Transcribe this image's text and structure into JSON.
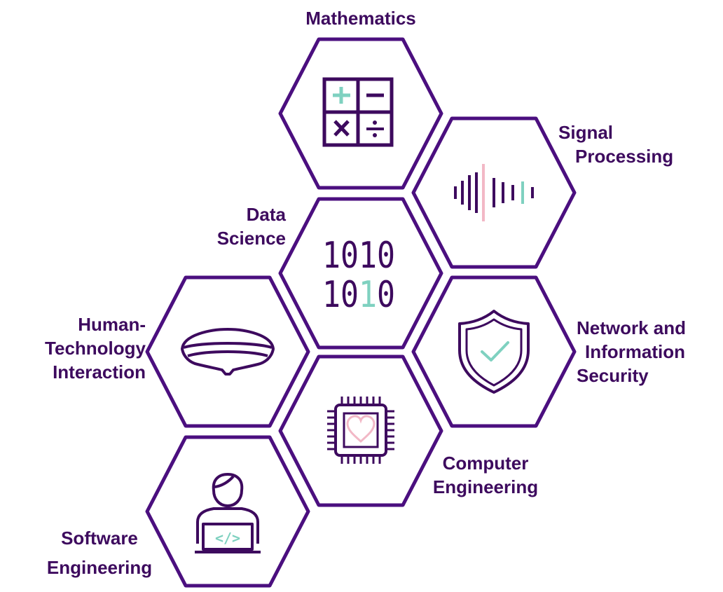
{
  "colors": {
    "outline": "#4b0f7f",
    "ink": "#3d0a5e",
    "teal": "#7fd1c0",
    "pink": "#f2b8c6"
  },
  "fields": [
    {
      "id": "mathematics",
      "icon": "calculator-icon",
      "label": [
        "Mathematics"
      ]
    },
    {
      "id": "signal-processing",
      "icon": "sound-wave-icon",
      "label": [
        "Signal",
        "Processing"
      ]
    },
    {
      "id": "data-science",
      "icon": "binary-digits-icon",
      "label": [
        "Data",
        "Science"
      ],
      "digits": [
        "1010",
        "1010"
      ]
    },
    {
      "id": "human-technology-interaction",
      "icon": "vr-headset-icon",
      "label": [
        "Human-",
        "Technology",
        "Interaction"
      ]
    },
    {
      "id": "network-information-security",
      "icon": "shield-check-icon",
      "label": [
        "Network and",
        "Information",
        "Security"
      ]
    },
    {
      "id": "computer-engineering",
      "icon": "microchip-heart-icon",
      "label": [
        "Computer",
        "Engineering"
      ]
    },
    {
      "id": "software-engineering",
      "icon": "developer-laptop-icon",
      "label": [
        "Software",
        "Engineering"
      ],
      "code_glyph": "</>"
    }
  ]
}
